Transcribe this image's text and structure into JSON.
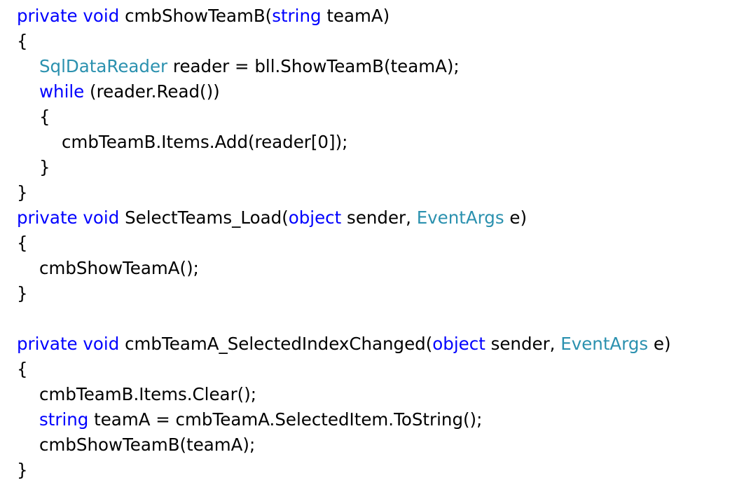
{
  "colors": {
    "background": "#ffffff",
    "keyword": "#0000ff",
    "type": "#2b91af",
    "plain": "#000000"
  },
  "code": {
    "lines": [
      {
        "indent": 0,
        "tokens": [
          [
            "kw",
            "private"
          ],
          [
            "pl",
            " "
          ],
          [
            "kw",
            "void"
          ],
          [
            "pl",
            " cmbShowTeamB("
          ],
          [
            "kw",
            "string"
          ],
          [
            "pl",
            " teamA)"
          ]
        ]
      },
      {
        "indent": 0,
        "tokens": [
          [
            "pl",
            "{"
          ]
        ]
      },
      {
        "indent": 1,
        "tokens": [
          [
            "ty",
            "SqlDataReader"
          ],
          [
            "pl",
            " reader = bll.ShowTeamB(teamA);"
          ]
        ]
      },
      {
        "indent": 1,
        "tokens": [
          [
            "kw",
            "while"
          ],
          [
            "pl",
            " (reader.Read())"
          ]
        ]
      },
      {
        "indent": 1,
        "tokens": [
          [
            "pl",
            "{"
          ]
        ]
      },
      {
        "indent": 2,
        "tokens": [
          [
            "pl",
            "cmbTeamB.Items.Add(reader[0]);"
          ]
        ]
      },
      {
        "indent": 1,
        "tokens": [
          [
            "pl",
            "}"
          ]
        ]
      },
      {
        "indent": 0,
        "tokens": [
          [
            "pl",
            "}"
          ]
        ]
      },
      {
        "indent": 0,
        "tokens": [
          [
            "kw",
            "private"
          ],
          [
            "pl",
            " "
          ],
          [
            "kw",
            "void"
          ],
          [
            "pl",
            " SelectTeams_Load("
          ],
          [
            "kw",
            "object"
          ],
          [
            "pl",
            " sender, "
          ],
          [
            "ty",
            "EventArgs"
          ],
          [
            "pl",
            " e)"
          ]
        ]
      },
      {
        "indent": 0,
        "tokens": [
          [
            "pl",
            "{"
          ]
        ]
      },
      {
        "indent": 1,
        "tokens": [
          [
            "pl",
            "cmbShowTeamA();"
          ]
        ]
      },
      {
        "indent": 0,
        "tokens": [
          [
            "pl",
            "}"
          ]
        ]
      },
      {
        "indent": 0,
        "tokens": []
      },
      {
        "indent": 0,
        "tokens": [
          [
            "kw",
            "private"
          ],
          [
            "pl",
            " "
          ],
          [
            "kw",
            "void"
          ],
          [
            "pl",
            " cmbTeamA_SelectedIndexChanged("
          ],
          [
            "kw",
            "object"
          ],
          [
            "pl",
            " sender, "
          ],
          [
            "ty",
            "EventArgs"
          ],
          [
            "pl",
            " e)"
          ]
        ]
      },
      {
        "indent": 0,
        "tokens": [
          [
            "pl",
            "{"
          ]
        ]
      },
      {
        "indent": 1,
        "tokens": [
          [
            "pl",
            "cmbTeamB.Items.Clear();"
          ]
        ]
      },
      {
        "indent": 1,
        "tokens": [
          [
            "kw",
            "string"
          ],
          [
            "pl",
            " teamA = cmbTeamA.SelectedItem.ToString();"
          ]
        ]
      },
      {
        "indent": 1,
        "tokens": [
          [
            "pl",
            "cmbShowTeamB(teamA);"
          ]
        ]
      },
      {
        "indent": 0,
        "tokens": [
          [
            "pl",
            "}"
          ]
        ]
      }
    ]
  }
}
